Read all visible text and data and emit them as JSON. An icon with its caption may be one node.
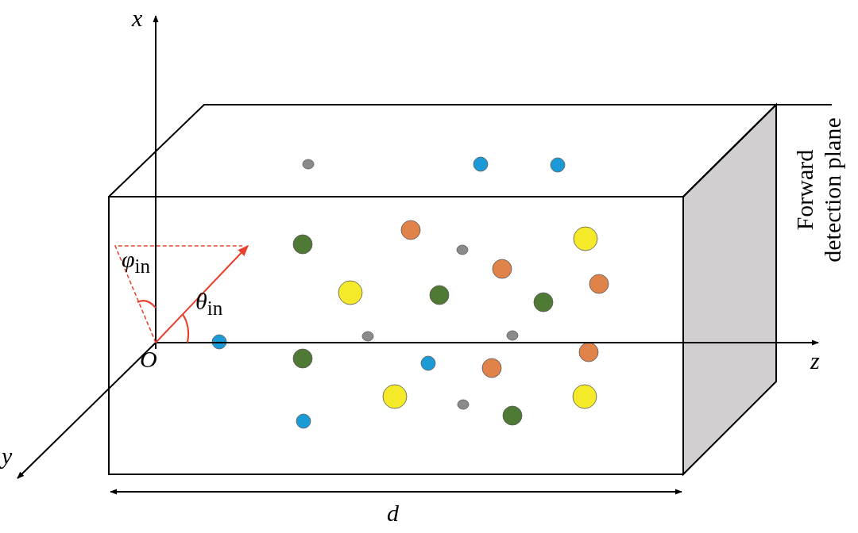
{
  "diagram": {
    "labels": [
      "x",
      "*φ*$_{in}$",
      "*θ*$_{in}$",
      "O",
      "z",
      "y",
      "d",
      "Forward detection plane"
    ]
  }
}
